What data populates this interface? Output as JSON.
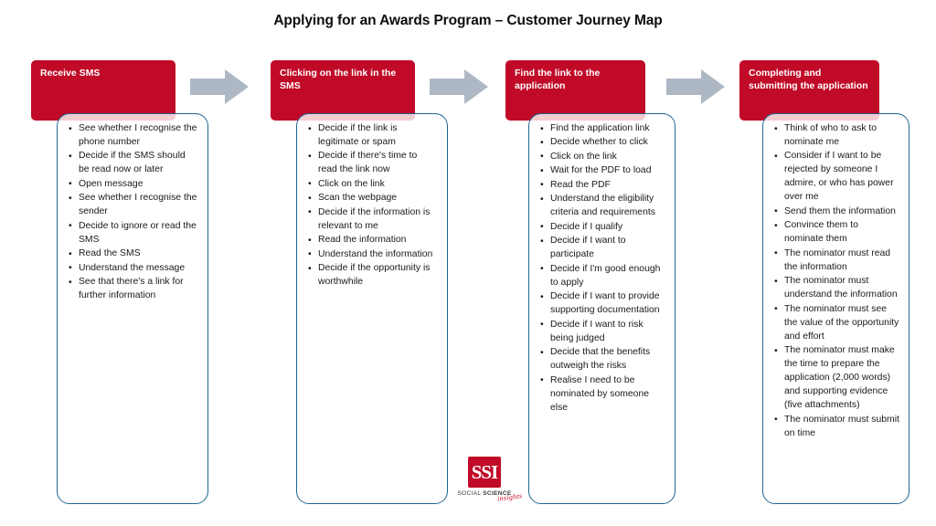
{
  "title": "Applying for an Awards Program – Customer Journey Map",
  "colors": {
    "header_red": "#C00A27",
    "card_border_blue": "#1F6691",
    "arrow_gray": "#AEB8C4",
    "text_dark": "#1a1a1a",
    "card_fill": "#ffffff"
  },
  "stages": [
    {
      "header": "Receive SMS",
      "items": [
        "See whether I recognise the phone number",
        "Decide if the SMS should be read now or later",
        "Open message",
        "See whether I recognise the sender",
        "Decide to ignore or read the SMS",
        "Read the SMS",
        "Understand the message",
        "See that there's a link for further information"
      ]
    },
    {
      "header": "Clicking on the link in the SMS",
      "items": [
        "Decide if the link is legitimate or spam",
        "Decide if there's time to read the link now",
        "Click on the link",
        "Scan the webpage",
        "Decide if the information is relevant to me",
        "Read the information",
        "Understand the information",
        "Decide if the opportunity is worthwhile"
      ]
    },
    {
      "header": "Find the link to the application",
      "items": [
        "Find the application link",
        "Decide whether to click",
        "Click on the link",
        "Wait for the PDF to load",
        "Read the PDF",
        "Understand the eligibility criteria and requirements",
        "Decide if I qualify",
        "Decide if I want to participate",
        "Decide if I'm good enough to apply",
        "Decide if I want to provide supporting documentation",
        "Decide if I want to risk being judged",
        "Decide that the benefits outweigh the risks",
        "Realise I need to be nominated by someone else"
      ]
    },
    {
      "header": "Completing and submitting the application",
      "items": [
        "Think of who to ask to nominate me",
        "Consider if I want to be rejected by someone I admire, or who has power over me",
        "Send them the information",
        "Convince them to nominate them",
        "The nominator must read the information",
        "The nominator must understand the information",
        "The nominator must see the value of the opportunity and effort",
        "The nominator must make the time to prepare the application (2,000 words) and supporting evidence (five attachments)",
        "The nominator must submit on time"
      ]
    }
  ],
  "arrows": [
    {
      "name": "arrow-stage1-to-stage2"
    },
    {
      "name": "arrow-stage2-to-stage3"
    },
    {
      "name": "arrow-stage3-to-stage4"
    }
  ],
  "logo": {
    "mark": "SSI",
    "word_social": "SOCIAL ",
    "word_science": "SCIENCE",
    "word_insights": "insights"
  }
}
